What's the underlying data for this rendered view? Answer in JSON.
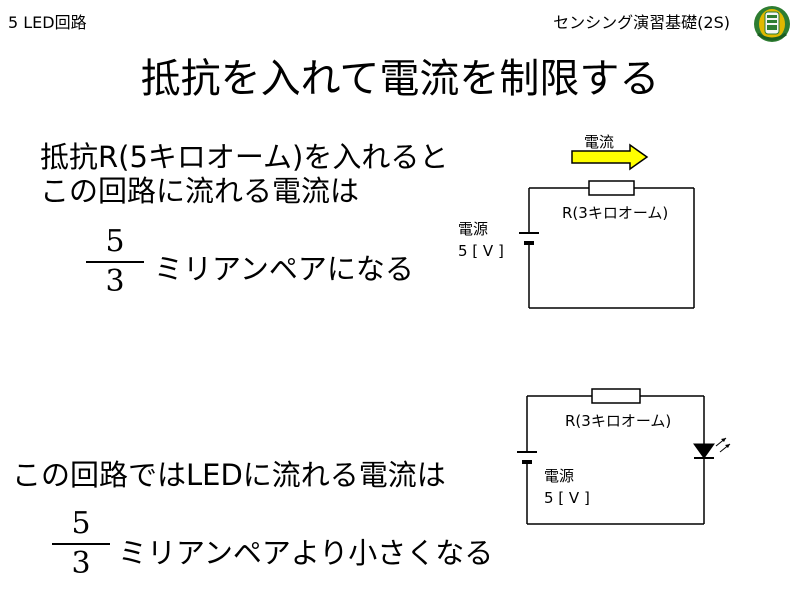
{
  "header": {
    "slide_number": "5 LED回路",
    "course_title": "センシング演習基礎(2S)"
  },
  "title": "抵抗を入れて電流を制限する",
  "section1": {
    "line1": "抵抗R(5キロオーム)を入れると",
    "line2": "この回路に流れる電流は",
    "numerator": "5",
    "denominator": "3",
    "tail": "ミリアンペアになる"
  },
  "section2": {
    "line1": "この回路ではLEDに流れる電流は",
    "numerator": "5",
    "denominator": "3",
    "tail": "ミリアンペアより小さくなる"
  },
  "circuit1": {
    "current_label": "電流",
    "resistor_label": "R(3キロオーム)",
    "source_label": "電源",
    "voltage_label": "5 [ V ]"
  },
  "circuit2": {
    "resistor_label": "R(3キロオーム)",
    "source_label": "電源",
    "voltage_label": "5 [ V ]"
  },
  "colors": {
    "arrow_fill": "#ffff00",
    "emblem_green": "#2e7d32",
    "emblem_gold": "#e0b800"
  }
}
